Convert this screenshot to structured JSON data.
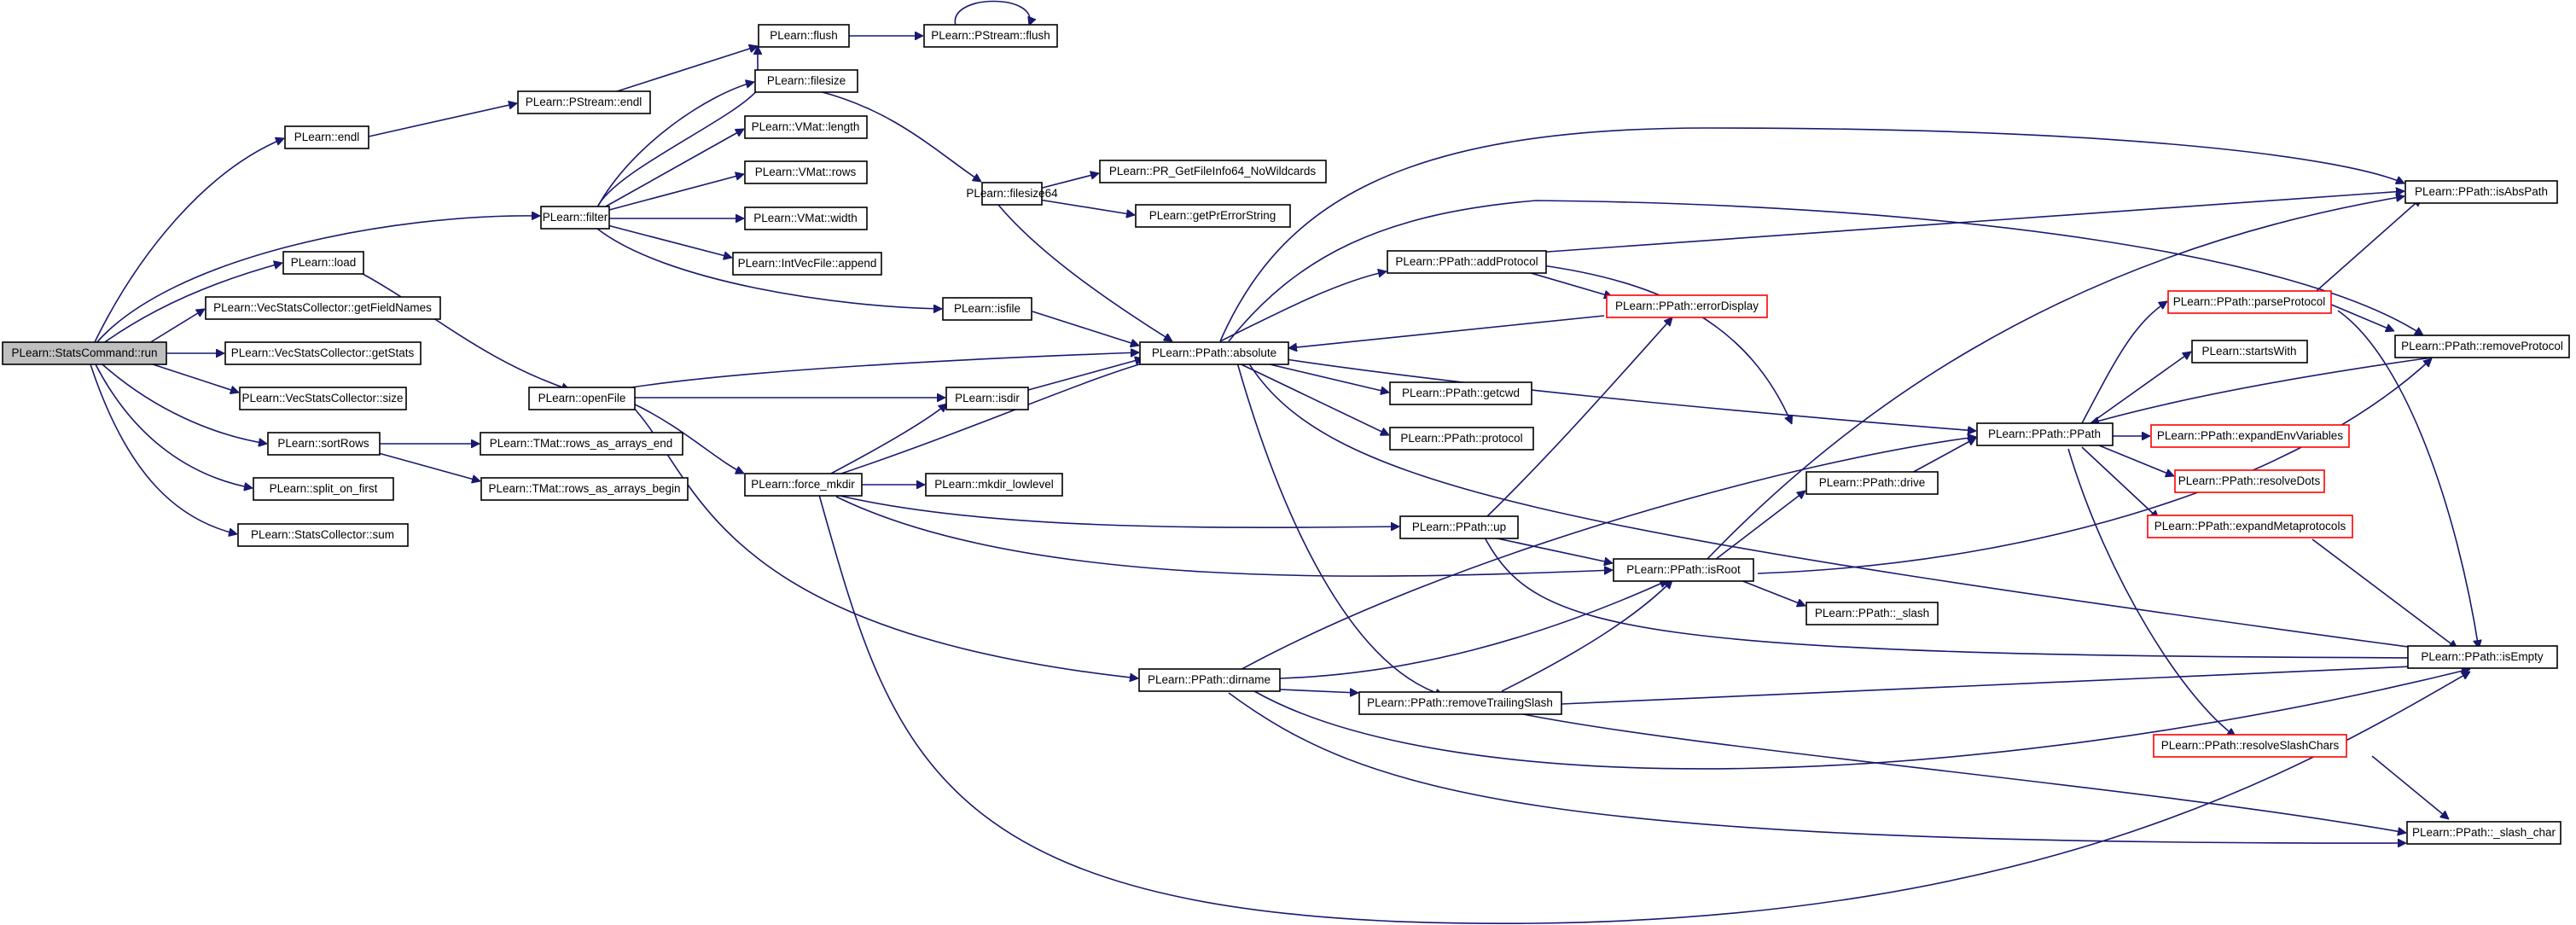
{
  "graph": {
    "nodes": {
      "run": "PLearn::StatsCommand::run",
      "endl": "PLearn::endl",
      "filter": "PLearn::filter",
      "load": "PLearn::load",
      "getFieldNames": "PLearn::VecStatsCollector::getFieldNames",
      "getStats": "PLearn::VecStatsCollector::getStats",
      "size": "PLearn::VecStatsCollector::size",
      "sortRows": "PLearn::sortRows",
      "split_on_first": "PLearn::split_on_first",
      "sum": "PLearn::StatsCollector::sum",
      "pstream_endl": "PLearn::PStream::endl",
      "flush": "PLearn::flush",
      "pstream_flush": "PLearn::PStream::flush",
      "filesize": "PLearn::filesize",
      "vmat_length": "PLearn::VMat::length",
      "vmat_rows": "PLearn::VMat::rows",
      "vmat_width": "PLearn::VMat::width",
      "intvecfile_append": "PLearn::IntVecFile::append",
      "isfile": "PLearn::isfile",
      "openFile": "PLearn::openFile",
      "isdir": "PLearn::isdir",
      "force_mkdir": "PLearn::force_mkdir",
      "mkdir_lowlevel": "PLearn::mkdir_lowlevel",
      "rows_end": "PLearn::TMat::rows_as_arrays_end",
      "rows_begin": "PLearn::TMat::rows_as_arrays_begin",
      "filesize64": "PLearn::filesize64",
      "getfileinfo": "PLearn::PR_GetFileInfo64_NoWildcards",
      "getprerror": "PLearn::getPrErrorString",
      "absolute": "PLearn::PPath::absolute",
      "addProtocol": "PLearn::PPath::addProtocol",
      "errorDisplay": "PLearn::PPath::errorDisplay",
      "getcwd": "PLearn::PPath::getcwd",
      "protocol": "PLearn::PPath::protocol",
      "up": "PLearn::PPath::up",
      "dirname": "PLearn::PPath::dirname",
      "removeTrailingSlash": "PLearn::PPath::removeTrailingSlash",
      "isRoot": "PLearn::PPath::isRoot",
      "drive": "PLearn::PPath::drive",
      "_slash": "PLearn::PPath::_slash",
      "ppath": "PLearn::PPath::PPath",
      "parseProtocol": "PLearn::PPath::parseProtocol",
      "startsWith": "PLearn::startsWith",
      "expandEnvVariables": "PLearn::PPath::expandEnvVariables",
      "resolveDots": "PLearn::PPath::resolveDots",
      "expandMetaprotocols": "PLearn::PPath::expandMetaprotocols",
      "resolveSlashChars": "PLearn::PPath::resolveSlashChars",
      "isAbsPath": "PLearn::PPath::isAbsPath",
      "removeProtocol": "PLearn::PPath::removeProtocol",
      "isEmpty": "PLearn::PPath::isEmpty",
      "_slash_char": "PLearn::PPath::_slash_char"
    },
    "edge_color": "#191970",
    "root_fill": "#bfbfbf",
    "incomplete_border_color": "#ff0000"
  }
}
